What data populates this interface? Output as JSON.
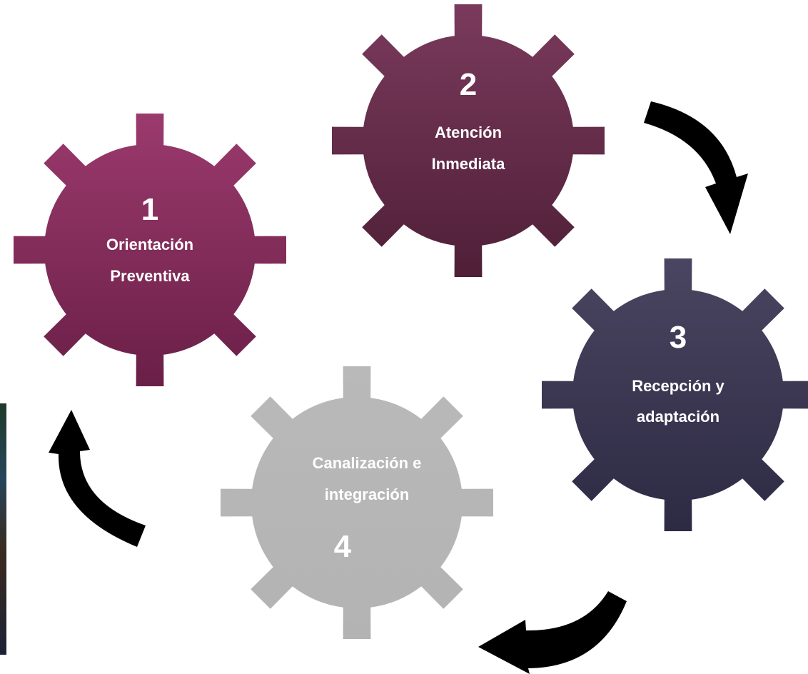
{
  "gears": [
    {
      "id": "gear-1",
      "number": "1",
      "label_lines": [
        "Orientación",
        "Preventiva"
      ],
      "color_top": "#9b3a6d",
      "color_bottom": "#6a1f47",
      "text_color": "#ffffff"
    },
    {
      "id": "gear-2",
      "number": "2",
      "label_lines": [
        "Atención",
        "Inmediata"
      ],
      "color_top": "#7a3a5c",
      "color_bottom": "#4f1f37",
      "text_color": "#ffffff"
    },
    {
      "id": "gear-3",
      "number": "3",
      "label_lines": [
        "Recepción y",
        "adaptación"
      ],
      "color_top": "#4a4560",
      "color_bottom": "#2d2a44",
      "text_color": "#ffffff"
    },
    {
      "id": "gear-4",
      "number": "4",
      "label_lines": [
        "Canalización e",
        "integración"
      ],
      "color_top": "#b9b9b9",
      "color_bottom": "#b3b3b3",
      "text_color": "#ffffff"
    }
  ],
  "arrow_color": "#000000"
}
